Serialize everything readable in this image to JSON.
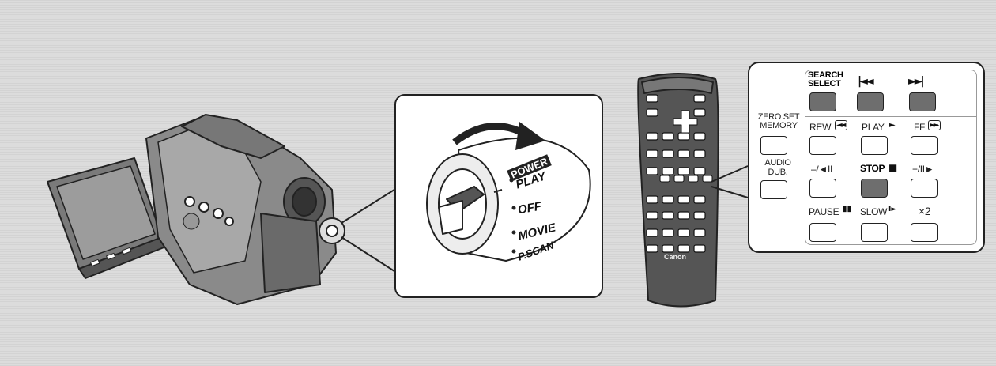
{
  "power_dial": {
    "labels": [
      "POWER",
      "PLAY",
      "OFF",
      "MOVIE",
      "P.SCAN"
    ]
  },
  "remote": {
    "brand": "Canon",
    "search_select": "SEARCH SELECT",
    "skip_back_icon": "skip-back-icon",
    "skip_forward_icon": "skip-forward-icon",
    "zero_set_memory": "ZERO SET MEMORY",
    "audio_dub": "AUDIO DUB.",
    "rew": "REW",
    "play": "PLAY",
    "ff": "FF",
    "slow_back": "–/◄II",
    "stop": "STOP",
    "slow_forward": "+/II►",
    "pause": "PAUSE",
    "slow": "SLOW",
    "x2": "×2"
  },
  "colors": {
    "button_dark": "#6e6e6e",
    "line": "#222222",
    "background": "#dcdcdc"
  }
}
